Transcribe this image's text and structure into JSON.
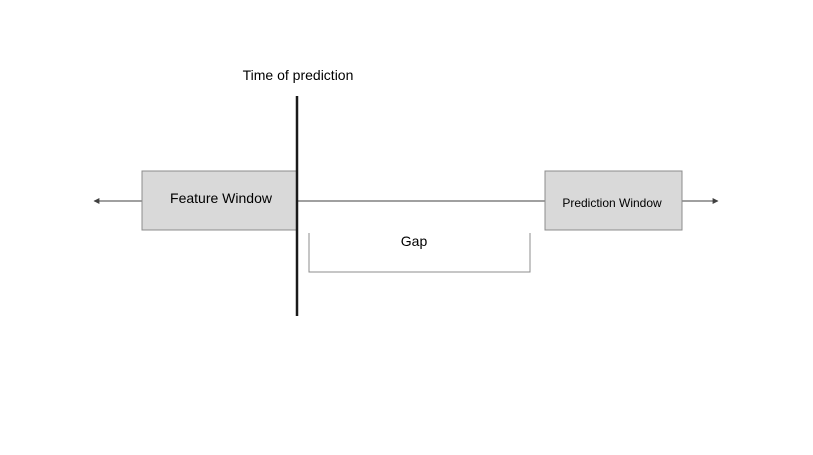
{
  "time_of_prediction_label": "Time of prediction",
  "feature_window_label": "Feature Window",
  "prediction_window_label": "Prediction Window",
  "gap_label": "Gap",
  "colors": {
    "box_fill": "#d9d9d9",
    "box_stroke": "#8c8c8c",
    "line": "#404040",
    "divider": "#1a1a1a",
    "bracket": "#8c8c8c",
    "text": "#000000",
    "background": "#ffffff"
  }
}
